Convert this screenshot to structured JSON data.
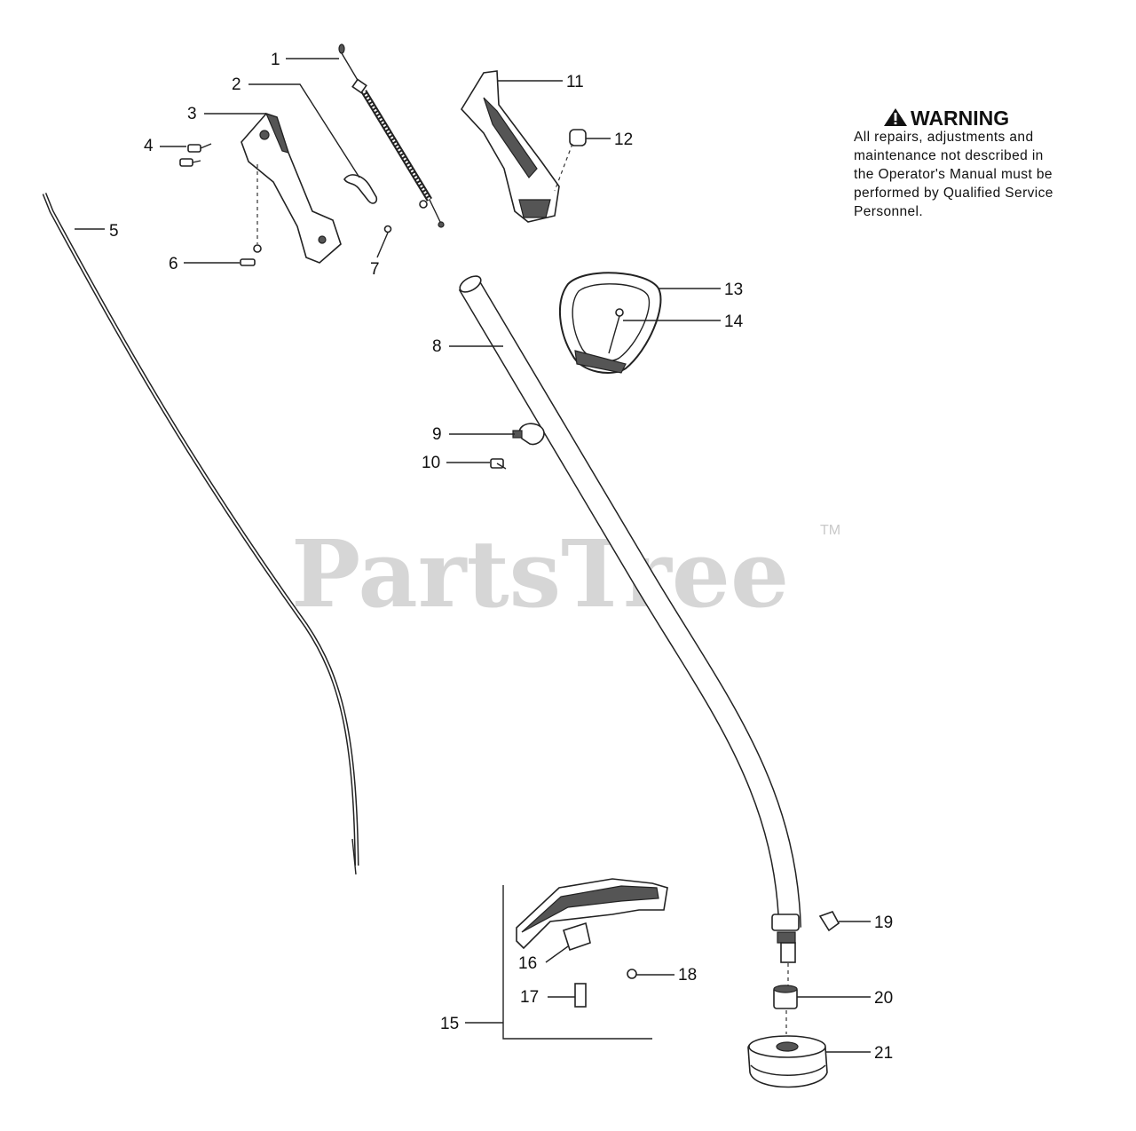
{
  "warning": {
    "title": "WARNING",
    "lines": [
      "All repairs, adjustments and",
      "maintenance not described in",
      "the Operator's Manual must be",
      "performed by Qualified Service",
      "Personnel."
    ]
  },
  "watermark": {
    "text": "PartsTree",
    "tm": "TM"
  },
  "callouts": [
    "1",
    "2",
    "3",
    "4",
    "5",
    "6",
    "7",
    "8",
    "9",
    "10",
    "11",
    "12",
    "13",
    "14",
    "15",
    "16",
    "17",
    "18",
    "19",
    "20",
    "21"
  ]
}
